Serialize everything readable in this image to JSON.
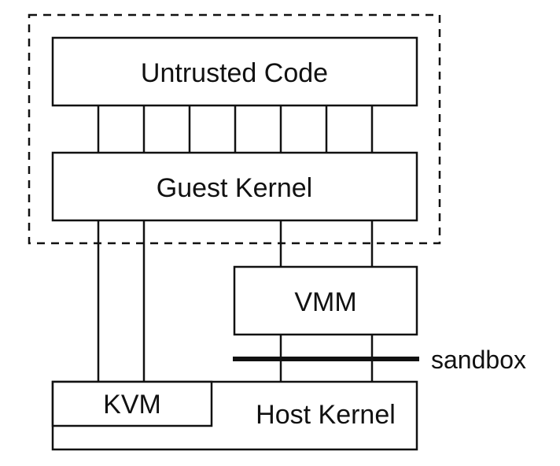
{
  "diagram": {
    "untrusted_code": "Untrusted Code",
    "guest_kernel": "Guest Kernel",
    "vmm": "VMM",
    "sandbox": "sandbox",
    "kvm": "KVM",
    "host_kernel": "Host Kernel"
  },
  "colors": {
    "stroke": "#111111",
    "background": "#ffffff"
  }
}
